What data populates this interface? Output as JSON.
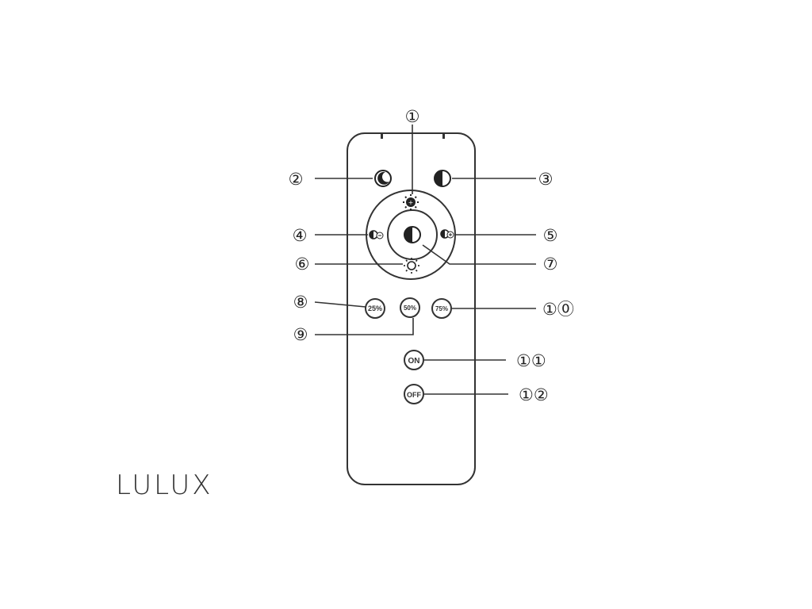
{
  "brand": "LULUX",
  "callouts": {
    "c1": "①",
    "c2": "②",
    "c3": "③",
    "c4": "④",
    "c5": "⑤",
    "c6": "⑥",
    "c7": "⑦",
    "c8": "⑧",
    "c9": "⑨",
    "c10": "①⓪",
    "c11": "①①",
    "c12": "①②"
  },
  "buttons": {
    "pct25": "25%",
    "pct50": "50%",
    "pct75": "75%",
    "on": "ON",
    "off": "OFF"
  },
  "icons": {
    "brightness_up": "sun-plus-icon",
    "night": "moon-star-icon",
    "color_temp": "half-circle-icon",
    "warm_down": "half-circle-minus-icon",
    "warm_up": "half-circle-plus-icon",
    "center": "half-circle-icon",
    "brightness_down": "sun-outline-icon"
  }
}
